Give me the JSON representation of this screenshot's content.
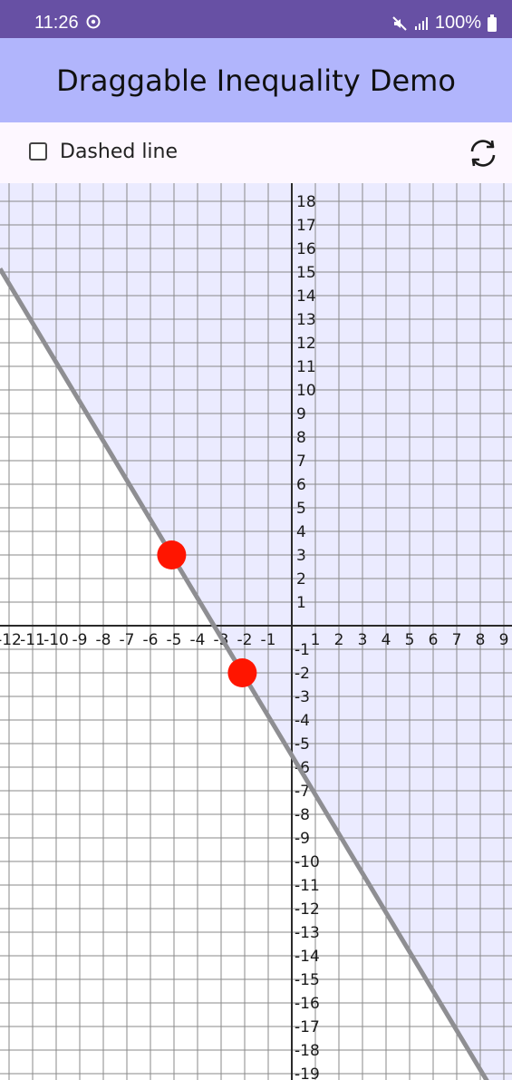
{
  "status_bar": {
    "time": "11:26",
    "battery": "100%",
    "icons": [
      "sync-icon",
      "mute-icon",
      "signal-icon",
      "battery-icon"
    ]
  },
  "app_bar": {
    "title": "Draggable Inequality Demo"
  },
  "toolbar": {
    "dashed_line_label": "Dashed line",
    "dashed_line_checked": false,
    "refresh_icon": "refresh-icon"
  },
  "graph": {
    "x_range": [
      -12,
      9
    ],
    "y_range": [
      -19,
      18
    ],
    "x_ticks": [
      "-12",
      "-11",
      "-10",
      "-9",
      "-8",
      "-7",
      "-6",
      "-5",
      "-4",
      "-3",
      "-2",
      "-1",
      "1",
      "2",
      "3",
      "4",
      "5",
      "6",
      "7",
      "8",
      "9"
    ],
    "y_ticks_positive": [
      "1",
      "2",
      "3",
      "4",
      "5",
      "6",
      "7",
      "8",
      "9",
      "10",
      "11",
      "12",
      "13",
      "14",
      "15",
      "16",
      "17",
      "18"
    ],
    "y_ticks_negative": [
      "-1",
      "-2",
      "-3",
      "-4",
      "-5",
      "-6",
      "-7",
      "-8",
      "-9",
      "-10",
      "-11",
      "-12",
      "-13",
      "-14",
      "-15",
      "-16",
      "-17",
      "-18",
      "-19"
    ],
    "line_points": [
      {
        "x": -5.1,
        "y": 3.0
      },
      {
        "x": -2.1,
        "y": -2.0
      }
    ],
    "shade": "above",
    "line_style": "solid",
    "colors": {
      "shade": "#ebebff",
      "grid": "#8a8a8a",
      "axis": "#2a2a2a",
      "line": "#8e8e92",
      "point": "#ff1500"
    }
  }
}
